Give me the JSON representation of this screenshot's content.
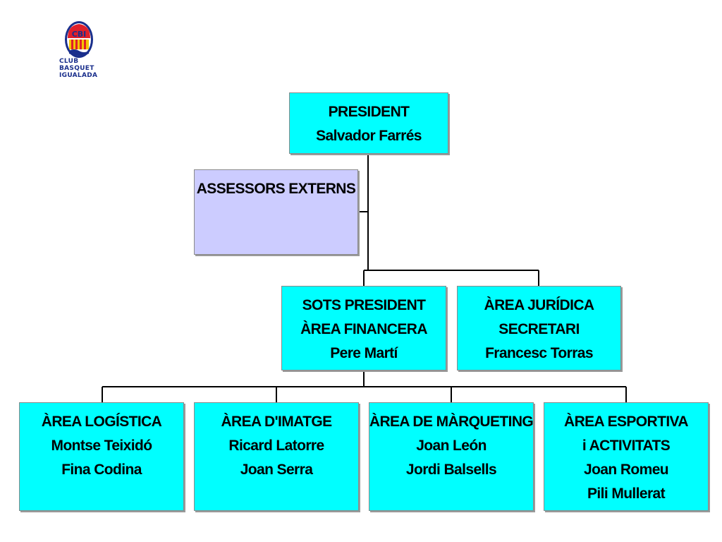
{
  "logo": {
    "monogram": "CBI",
    "lines": [
      "CLUB",
      "BASQUET",
      "IGUALADA"
    ],
    "colors": {
      "blue": "#1a2f8c",
      "red": "#e0202a",
      "yellow": "#f5c400"
    }
  },
  "colors": {
    "box": "#00ffff",
    "advisors": "#ccccff",
    "line": "#000000"
  },
  "nodes": {
    "president": [
      "PRESIDENT",
      "Salvador Farrés"
    ],
    "advisors": [
      "ASSESSORS EXTERNS"
    ],
    "vice_president": [
      "SOTS PRESIDENT",
      "ÀREA FINANCERA",
      "Pere Martí"
    ],
    "legal": [
      "ÀREA JURÍDICA",
      "SECRETARI",
      "Francesc Torras"
    ],
    "logistics": [
      "ÀREA LOGÍSTICA",
      "Montse Teixidó",
      "Fina Codina"
    ],
    "image": [
      "ÀREA D'IMATGE",
      "Ricard Latorre",
      "Joan Serra"
    ],
    "marketing": [
      "ÀREA DE MÀRQUETING",
      "Joan León",
      "Jordi Balsells"
    ],
    "sports": [
      "ÀREA ESPORTIVA",
      "i ACTIVITATS",
      "Joan Romeu",
      "Pili Mullerat"
    ]
  }
}
